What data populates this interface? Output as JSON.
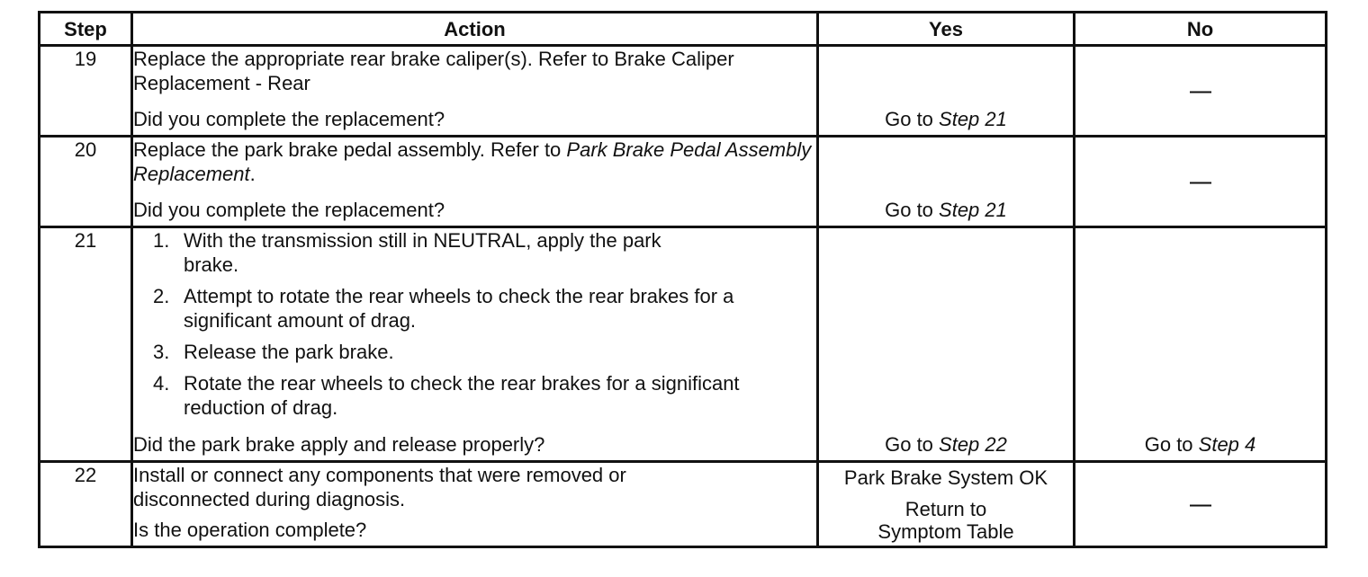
{
  "headers": {
    "step": "Step",
    "action": "Action",
    "yes": "Yes",
    "no": "No"
  },
  "rows": [
    {
      "step": "19",
      "action_a": "Replace the appropriate rear brake caliper(s). Refer to Brake Caliper Replacement - Rear",
      "question": "Did you complete the replacement?",
      "yes_prefix": "Go to ",
      "yes_ref": "Step 21",
      "no": "—"
    },
    {
      "step": "20",
      "action_a": "Replace the park brake pedal assembly. Refer to ",
      "action_ref": "Park Brake Pedal Assembly Replacement",
      "action_end": ".",
      "question": "Did you complete the replacement?",
      "yes_prefix": "Go to ",
      "yes_ref": "Step 21",
      "no": "—"
    },
    {
      "step": "21",
      "substeps": [
        {
          "num": "1.",
          "text": "With the transmission still in NEUTRAL, apply the park brake."
        },
        {
          "num": "2.",
          "text": "Attempt to rotate the rear wheels to check the rear brakes for a significant amount of drag."
        },
        {
          "num": "3.",
          "text": "Release the park brake."
        },
        {
          "num": "4.",
          "text": "Rotate the rear wheels to check the rear brakes for a significant reduction of drag."
        }
      ],
      "question": "Did the park brake apply and release properly?",
      "yes_prefix": "Go to ",
      "yes_ref": "Step 22",
      "no_prefix": "Go to ",
      "no_ref": "Step 4"
    },
    {
      "step": "22",
      "action_a": "Install or connect any components that were removed or disconnected during diagnosis.",
      "question": "Is the operation complete?",
      "yes_line1": "Park Brake System OK",
      "yes_line2": "Return to",
      "yes_line3": "Symptom Table",
      "no": "—"
    }
  ]
}
